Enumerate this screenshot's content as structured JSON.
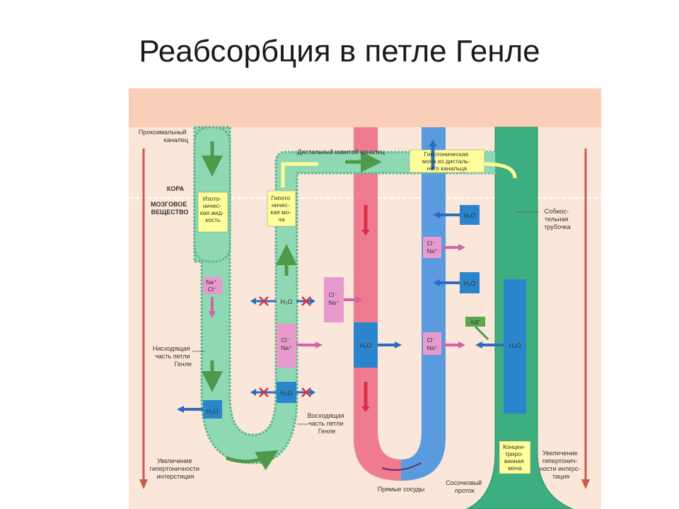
{
  "title": "Реабсорбция в петле Генле",
  "labels": {
    "proximal": [
      "Проксимальный",
      "каналец"
    ],
    "cortex": "КОРА",
    "medulla": [
      "МОЗГОВОЕ",
      "ВЕЩЕСТВО"
    ],
    "distal": "Дистальный извитой каналец",
    "hypotonic_distal": [
      "Гипотоническая",
      "моча из дисталь-",
      "ного канальца"
    ],
    "isotonic": [
      "Изото-",
      "ничес-",
      "кая жид-",
      "кость"
    ],
    "hypotonic": [
      "Гипото",
      "ничес-",
      "кая мо-",
      "ча"
    ],
    "collecting": [
      "Собиос-",
      "тельная",
      "трубочка"
    ],
    "descending": [
      "Нисходящая",
      "часть петли",
      "Генле"
    ],
    "ascending": [
      "Восходящая",
      "часть петли",
      "Генле"
    ],
    "increase_left": [
      "Увеличение",
      "гипертоничности",
      "интерстиция"
    ],
    "increase_right": [
      "Увеличение",
      "гипертонич-",
      "ности интерс-",
      "тиция"
    ],
    "vasa_recta": "Прямые сосуды",
    "concentrated": [
      "Концен-",
      "триро-",
      "ванная",
      "моча"
    ],
    "papillary": [
      "Сосочковый",
      "проток"
    ],
    "adh": "АДГ",
    "h2o": "H₂O",
    "na_cl": [
      "Na⁺",
      "Cl⁻"
    ],
    "cl_na": [
      "Cl⁻",
      "Na⁺"
    ]
  },
  "colors": {
    "background_top": "#fbd6c2",
    "background_bottom": "#fbe6da",
    "tubule": "#8ed8b4",
    "tubule_edge": "#5bb48f",
    "collecting": "#3cae80",
    "artery": "#f07a8f",
    "vein": "#5a9be0",
    "box_yellow": "#ffff99",
    "box_pink": "#e79acb",
    "box_blue": "#2a85cc",
    "arrow_green": "#4f9a4a",
    "arrow_pink": "#d264a6",
    "arrow_red": "#d6304a",
    "arrow_blue": "#2a6fbf"
  }
}
